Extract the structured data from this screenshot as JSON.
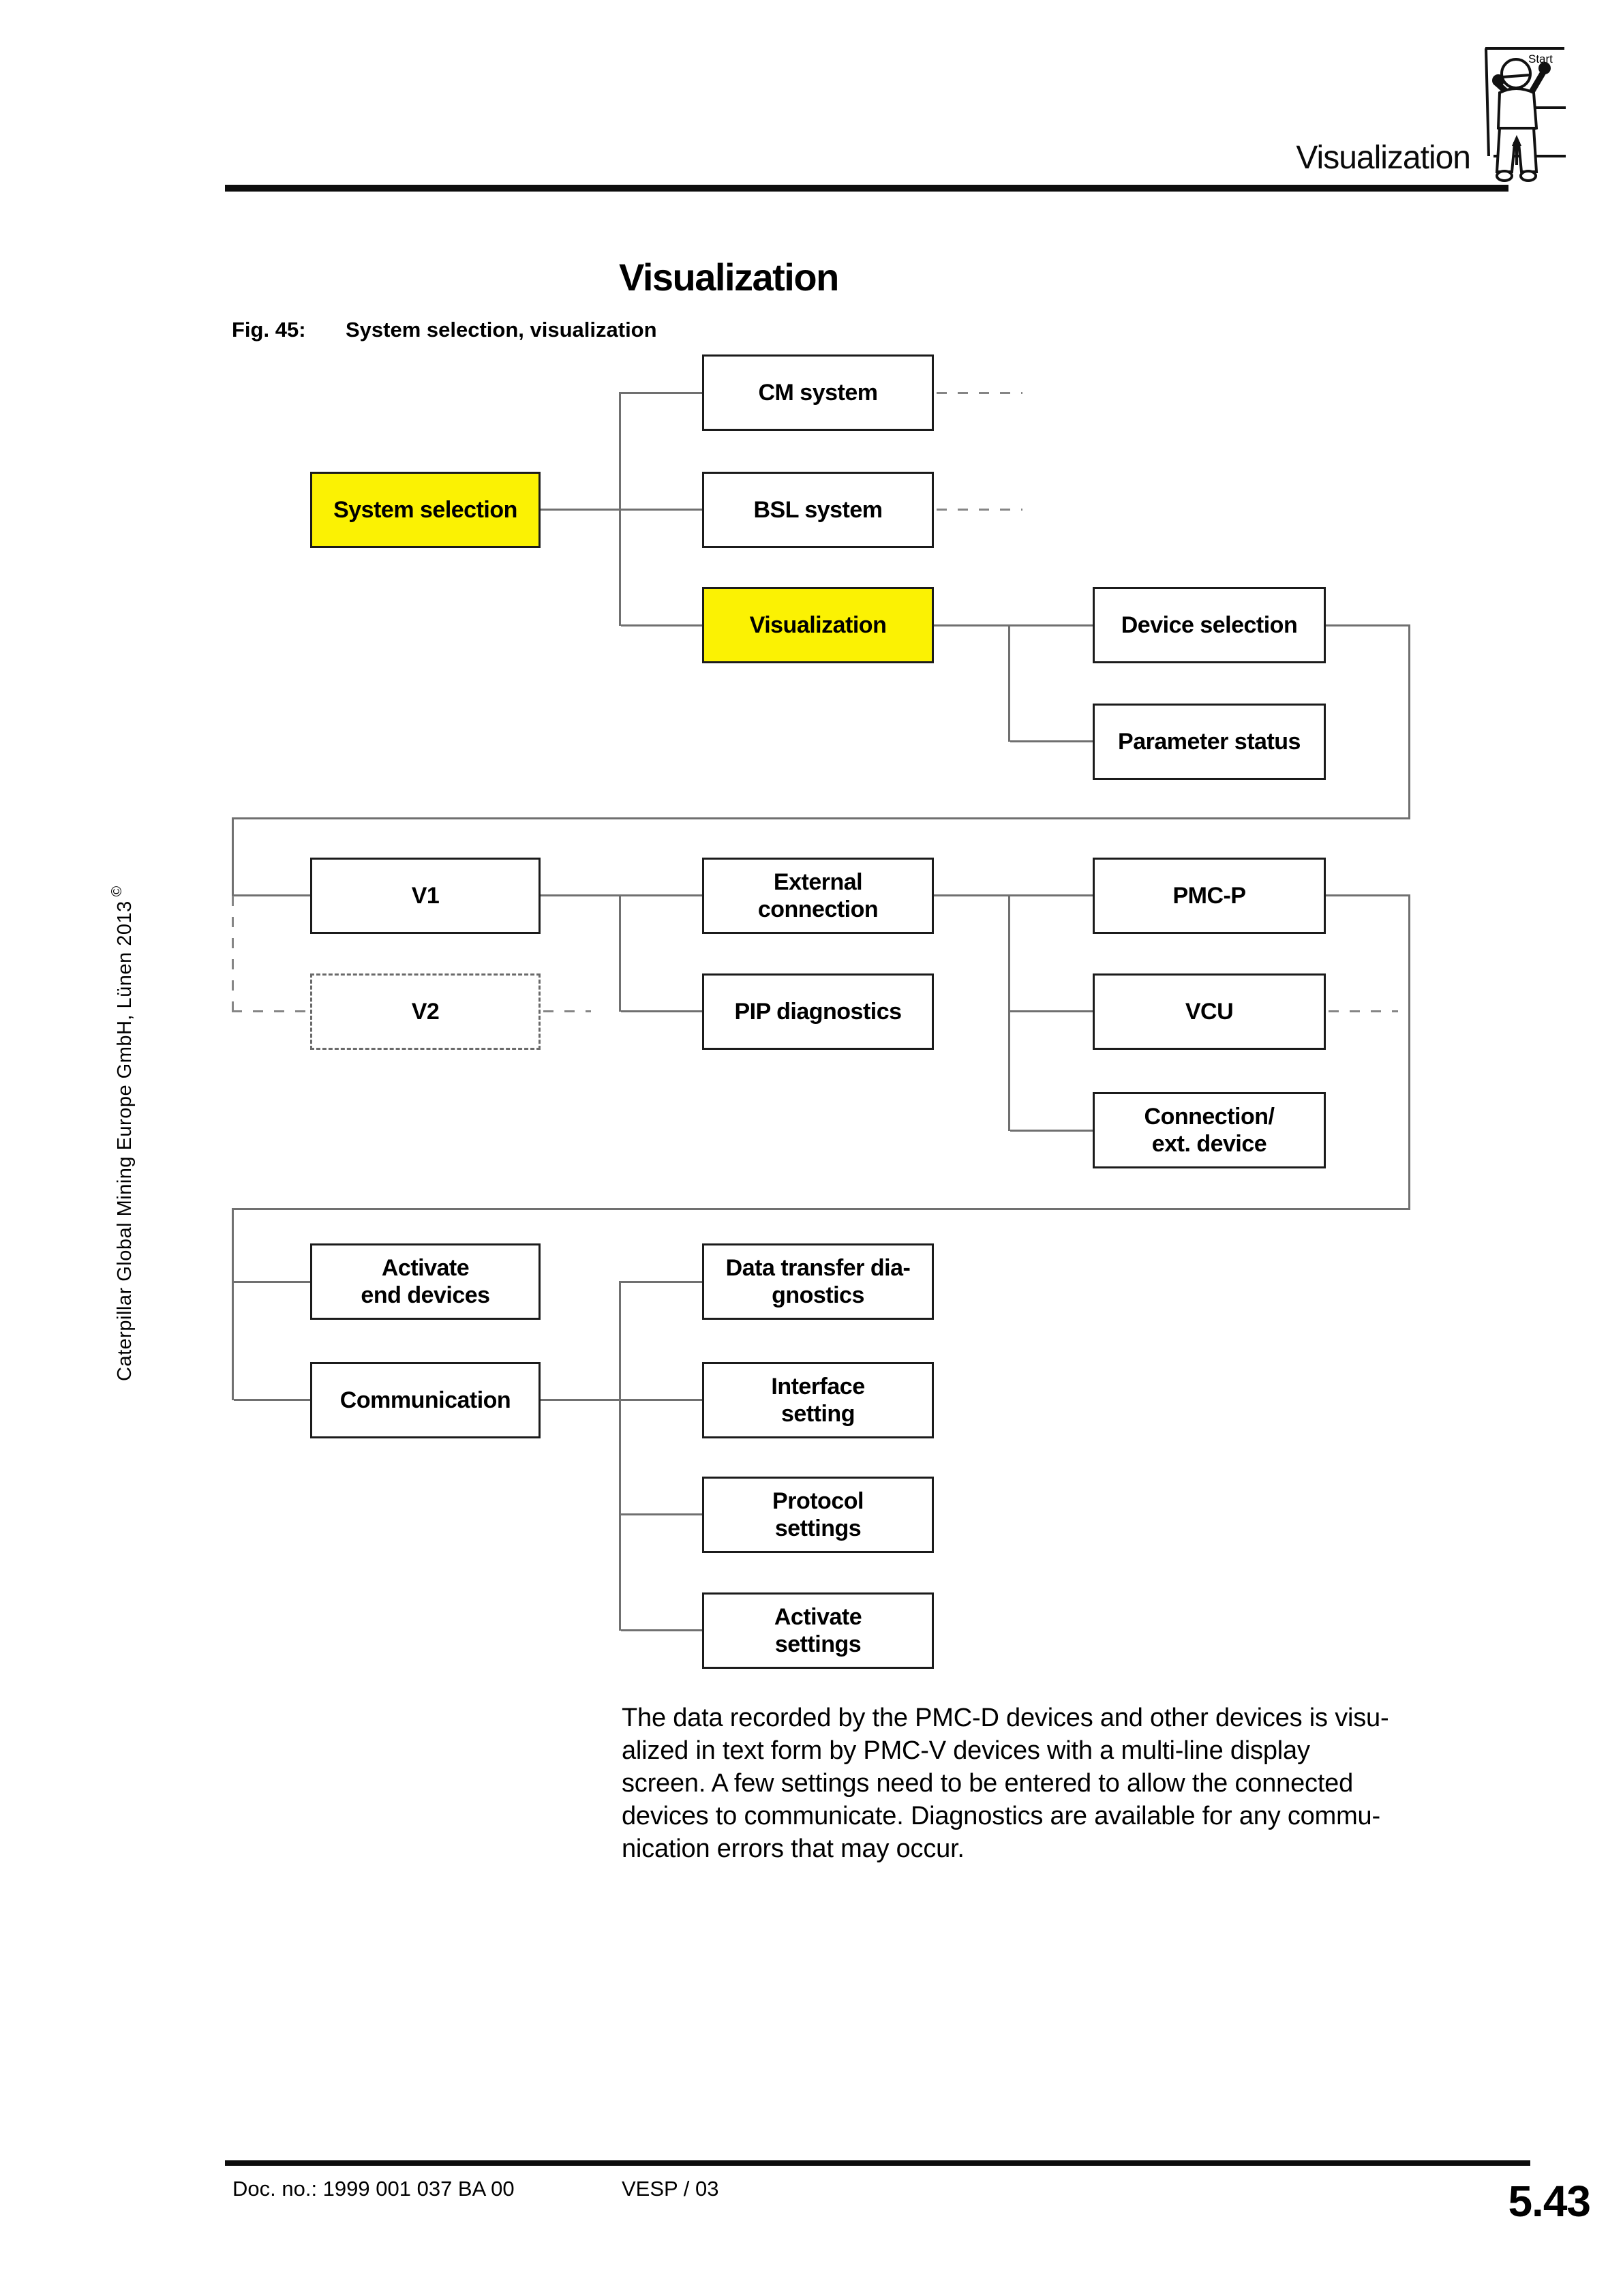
{
  "header": {
    "chapter_title": "Visualization",
    "icon_label": "Start"
  },
  "title": "Visualization",
  "figure": {
    "label": "Fig. 45:",
    "caption": "System selection, visualization"
  },
  "flowchart": {
    "boxes": {
      "cm_system": "CM system",
      "system_selection": "System selection",
      "bsl_system": "BSL system",
      "visualization": "Visualization",
      "device_selection": "Device selection",
      "parameter_status": "Parameter status",
      "v1": "V1",
      "external_connection": "External\nconnection",
      "pmc_p": "PMC-P",
      "v2": "V2",
      "pip_diagnostics": "PIP diagnostics",
      "vcu": "VCU",
      "connection_ext_device": "Connection/\next. device",
      "activate_end_devices": "Activate\nend devices",
      "data_transfer_diagnostics": "Data transfer dia-\ngnostics",
      "communication": "Communication",
      "interface_setting": "Interface\nsetting",
      "protocol_settings": "Protocol\nsettings",
      "activate_settings": "Activate\nsettings"
    },
    "highlight_color": "#fbf203",
    "line_color": "#707070"
  },
  "body": {
    "text": "The data recorded by the PMC-D devices and other devices is visu-\nalized in text form by PMC-V devices with a multi-line display\nscreen. A few settings need to be entered to allow the connected\ndevices to communicate. Diagnostics are available for any commu-\nnication errors that may occur."
  },
  "sidebar": {
    "text": "Caterpillar Global Mining Europe GmbH, Lünen 2013",
    "symbol": "©"
  },
  "footer": {
    "doc_no": "Doc. no.: 1999 001 037 BA 00",
    "code": "VESP / 03",
    "page": "5.43"
  }
}
